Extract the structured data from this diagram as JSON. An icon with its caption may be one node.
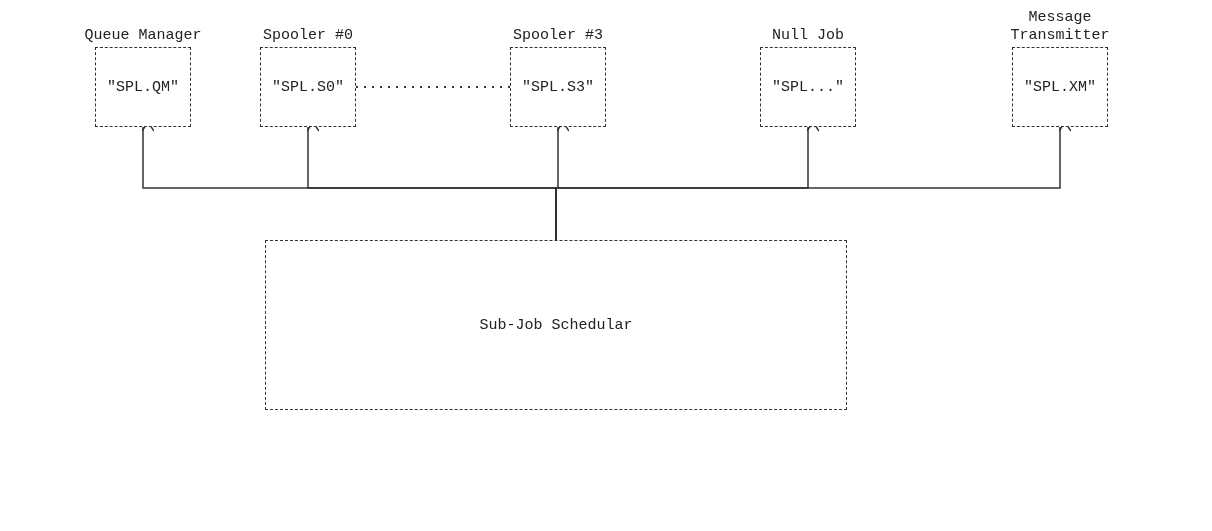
{
  "diagram": {
    "nodes": [
      {
        "text": [
          "Queue Manager",
          "\"SPL.QM\""
        ]
      },
      {
        "text": [
          "Spooler #0",
          "\"SPL.S0\""
        ]
      },
      {
        "text": [
          "Spooler #3",
          "\"SPL.S3\""
        ]
      },
      {
        "text": [
          "Null Job",
          "\"SPL...\""
        ]
      },
      {
        "text": [
          "Message Transmitter",
          "\"SPL.XM\""
        ]
      },
      {
        "text": [
          "Sub-Job Schedular"
        ]
      }
    ],
    "edges": [
      {
        "from": 1,
        "to": 2,
        "arrow": "none",
        "style": "dashed"
      },
      {
        "from": 5,
        "to": 0,
        "arrow": "to"
      },
      {
        "from": 5,
        "to": 1,
        "arrow": "to"
      },
      {
        "from": 5,
        "to": 2,
        "arrow": "to"
      },
      {
        "from": 5,
        "to": 3,
        "arrow": "to"
      },
      {
        "from": 5,
        "to": 4,
        "arrow": "to"
      }
    ]
  }
}
